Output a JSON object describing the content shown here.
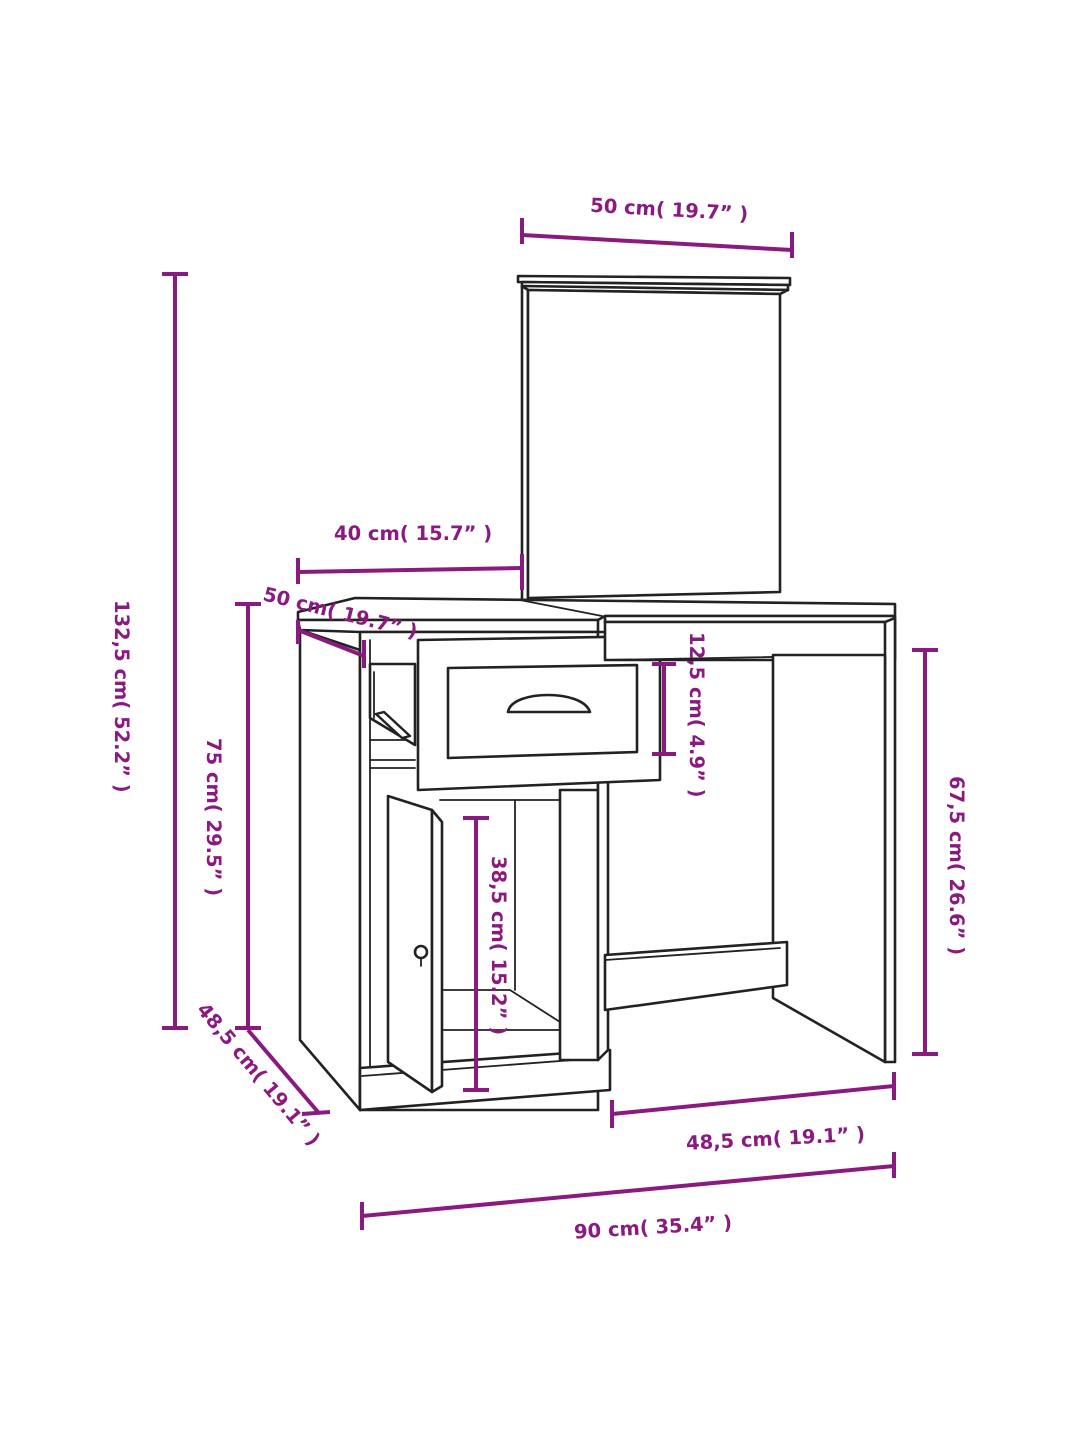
{
  "dimension_color": "#8b1a80",
  "dimensions": {
    "mirror_width": "50 cm( 19.7”  )",
    "drawer_section_width": "40 cm( 15.7”  )",
    "top_depth": "50 cm( 19.7”  )",
    "total_height": "132,5 cm( 52.2”  )",
    "table_height": "75 cm( 29.5”  )",
    "drawer_height": "12,5 cm( 4.9”  )",
    "cabinet_height": "38,5 cm( 15.2”  )",
    "legroom_height": "67,5 cm( 26.6”  )",
    "side_depth": "48,5 cm( 19.1”  )",
    "legroom_width": "48,5 cm( 19.1”  )",
    "total_width": "90 cm( 35.4”  )"
  }
}
